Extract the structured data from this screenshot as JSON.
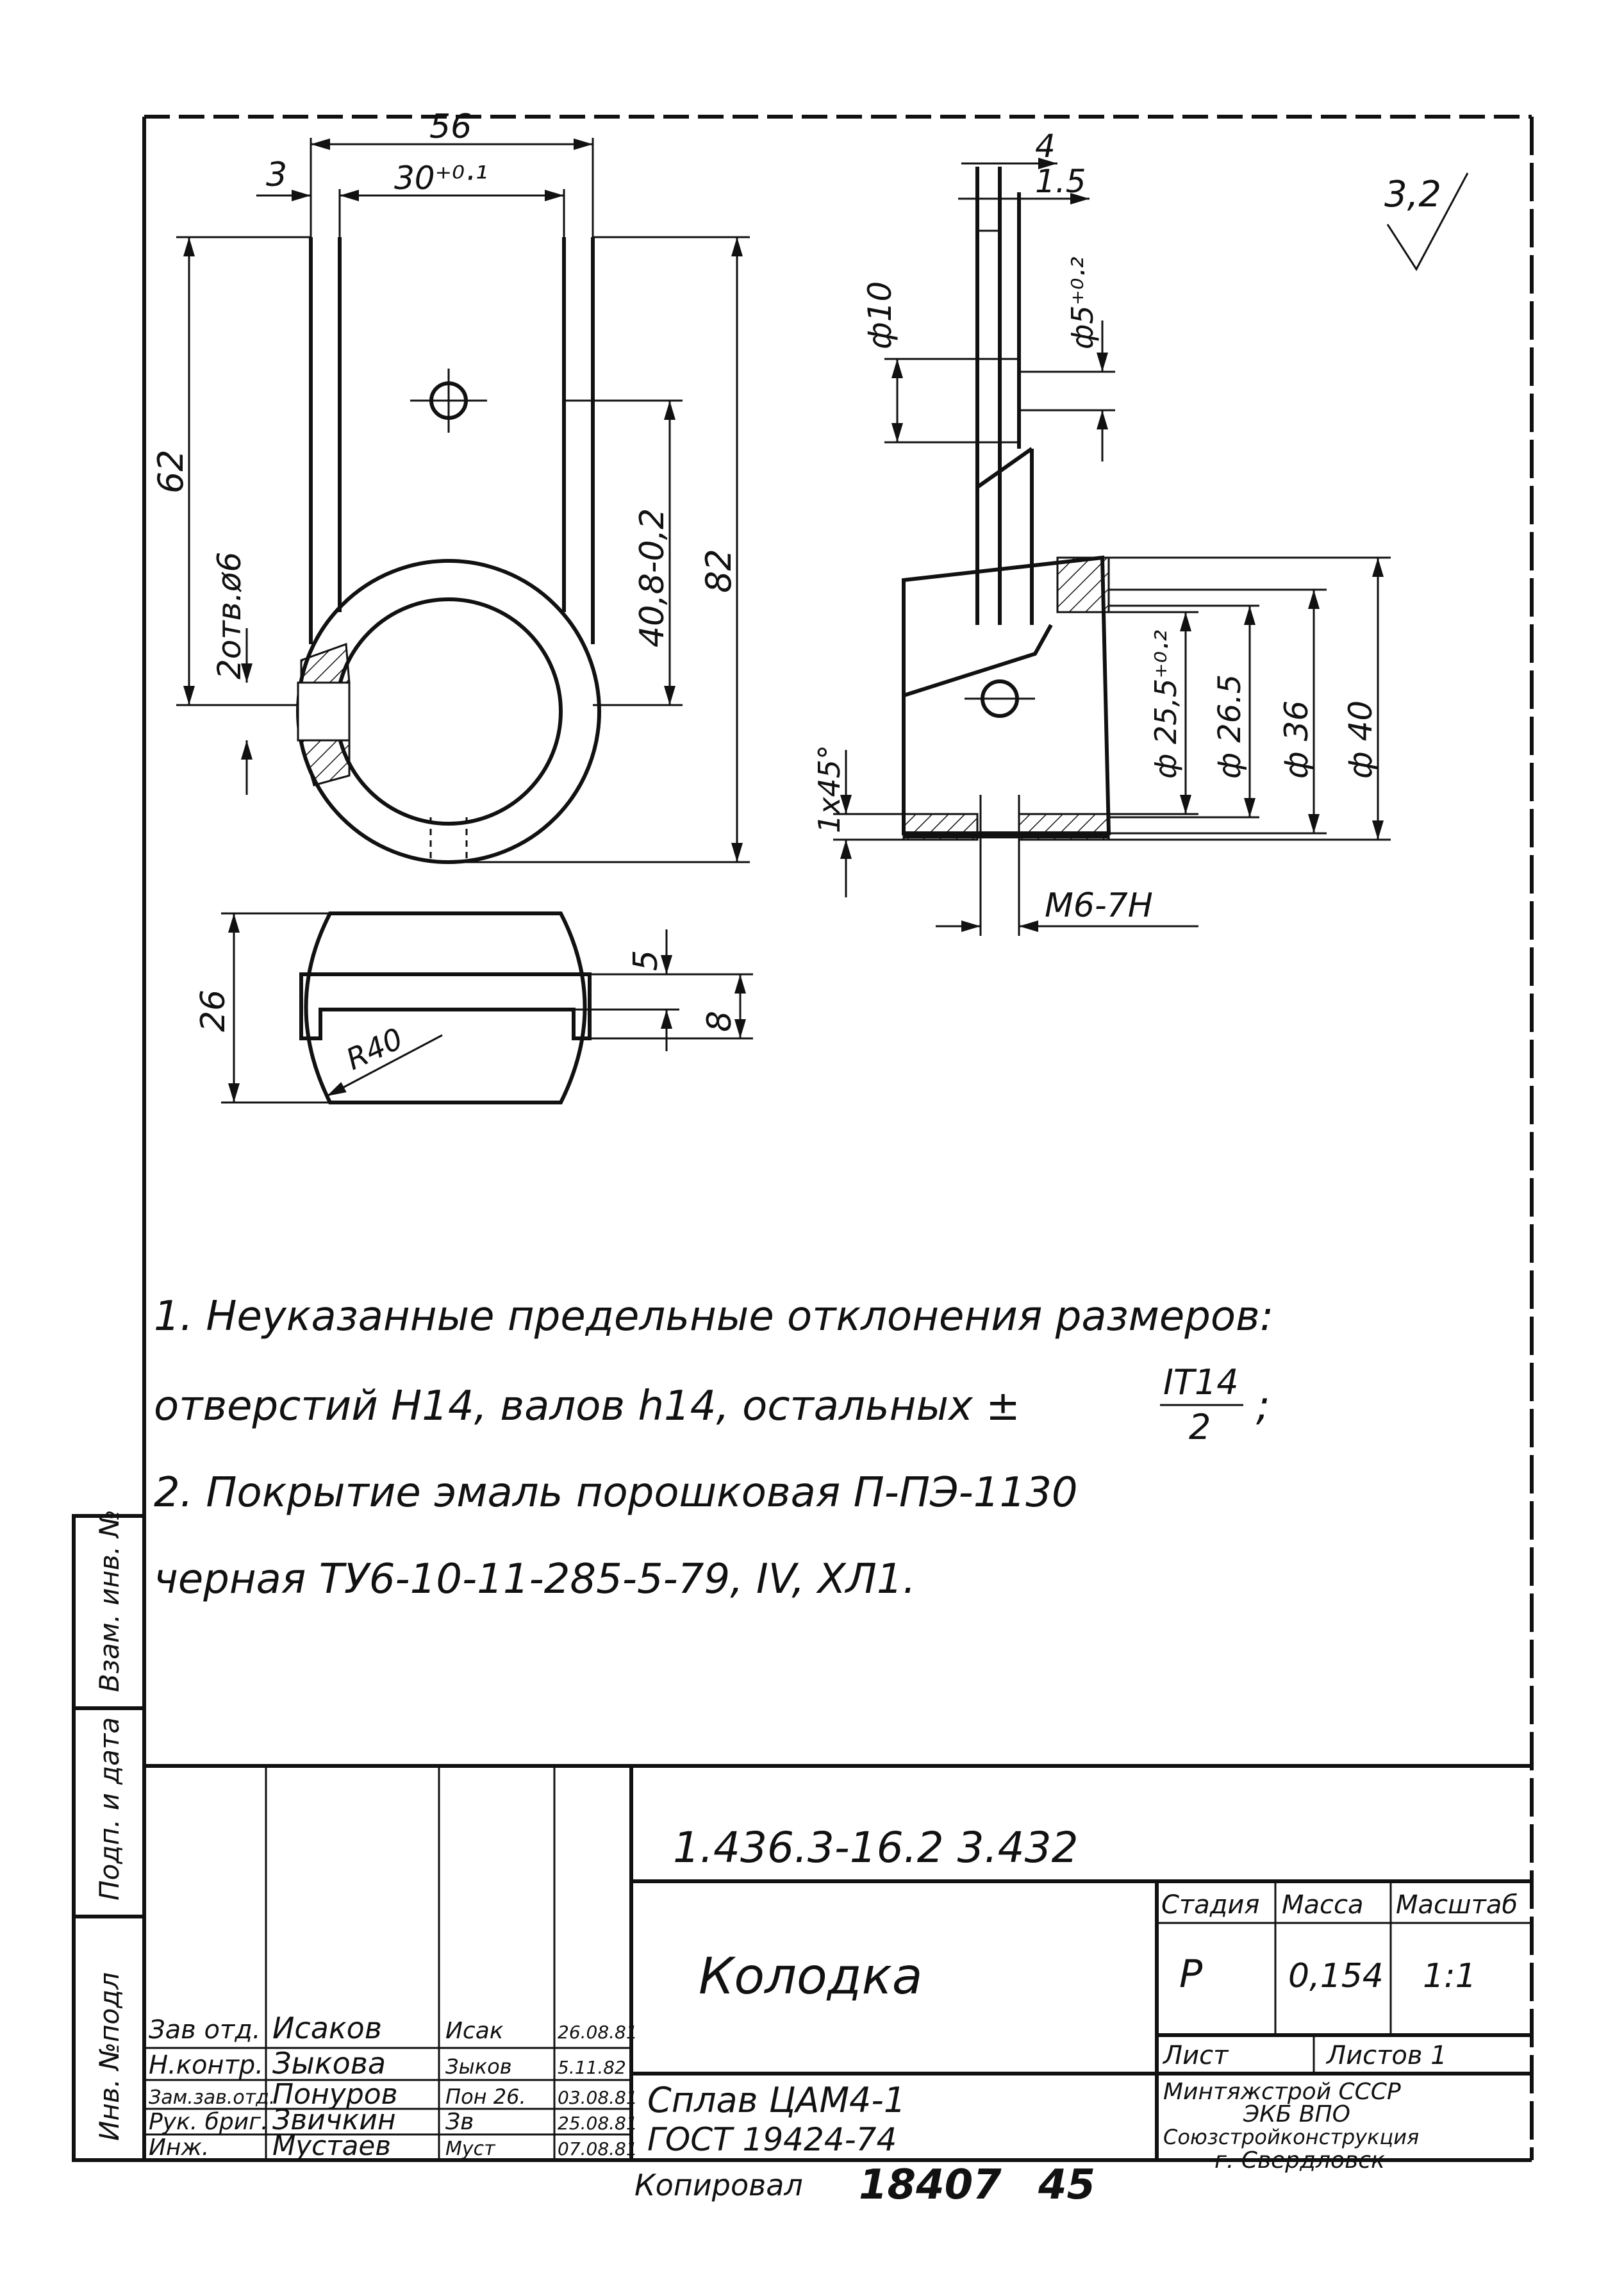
{
  "drawing": {
    "roughness_mark": "3,2",
    "front_view": {
      "dim_56": "56",
      "dim_3": "3",
      "dim_30": "30⁺⁰·¹",
      "dim_62": "62",
      "dim_holes": "2отв.ø6",
      "dim_40_8": "40,8-0,2",
      "dim_82": "82"
    },
    "side_view": {
      "dim_4": "4",
      "dim_1_5": "1.5",
      "dim_d10": "ф10",
      "dim_d5": "ф5⁺⁰·²",
      "dim_d25_5": "ф 25,5⁺⁰·²",
      "dim_d26_5": "ф 26.5",
      "dim_d36": "ф 36",
      "dim_d40": "ф 40",
      "dim_chamfer": "1x45°",
      "dim_thread": "M6-7H"
    },
    "top_view": {
      "dim_26": "26",
      "dim_r40": "R40",
      "dim_5": "5",
      "dim_8": "8"
    }
  },
  "notes": {
    "line1": "1. Неуказанные предельные отклонения размеров:",
    "line2_prefix": "отверстий H14, валов h14, остальных ±",
    "line2_frac_num": "IT14",
    "line2_frac_den": "2",
    "line2_suffix": ";",
    "line3": "2. Покрытие   эмаль порошковая  П-ПЭ-1130",
    "line4": "черная  ТУ6-10-11-285-5-79, IV, ХЛ1."
  },
  "side_strip": {
    "cell1": "Инв. №подл",
    "cell2": "Подп. и дата",
    "cell3": "Взам. инв. №"
  },
  "title_block": {
    "doc_number": "1.436.3-16.2  3.432",
    "part_name": "Колодка",
    "material_line1": "Сплав ЦАМ4-1",
    "material_line2": "ГОСТ 19424-74",
    "header_stage": "Стадия",
    "header_mass": "Масса",
    "header_scale": "Масштаб",
    "stage": "Р",
    "mass": "0,154",
    "scale": "1:1",
    "sheet_label": "Лист",
    "sheets_label": "Листов 1",
    "org_line1": "Минтяжстрой СССР",
    "org_line2": "ЭКБ ВПО",
    "org_line3": "Союзстройконструкция",
    "org_line4": "г. Свердловск",
    "roles": [
      "Зав отд.",
      "Н.контр.",
      "Зам.зав.отд.",
      "Рук. бриг.",
      "Инж."
    ],
    "names": [
      "Исаков",
      "Зыкова",
      "Понуров",
      "Звичкин",
      "Мустаев"
    ],
    "signatures": [
      "Исак",
      "Зыков",
      "Пон 26.",
      "Зв",
      "Муст"
    ],
    "dates": [
      "26.08.81",
      "5.11.82",
      "03.08.81",
      "25.08.81",
      "07.08.81"
    ],
    "copied": "Копировал",
    "copied_num1": "18407",
    "copied_num2": "45"
  }
}
